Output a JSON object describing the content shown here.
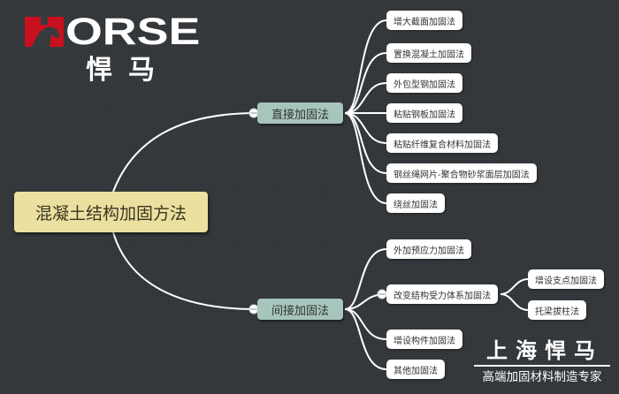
{
  "logo": {
    "wordmark": "ORSE",
    "wordmark_full": "HORSE",
    "cn_name": "悍马",
    "brand_red": "#c8101e"
  },
  "root": {
    "label": "混凝土结构加固方法",
    "color": "#ebe0a0"
  },
  "branches": [
    {
      "label": "直接加固法",
      "children": [
        {
          "label": "增大截面加固法"
        },
        {
          "label": "置换混凝土加固法"
        },
        {
          "label": "外包型钢加固法"
        },
        {
          "label": "粘贴钢板加固法"
        },
        {
          "label": "粘贴纤维复合材料加固法"
        },
        {
          "label": "钢丝绳网片-聚合物砂浆面层加固法"
        },
        {
          "label": "绕丝加固法"
        }
      ]
    },
    {
      "label": "间接加固法",
      "children": [
        {
          "label": "外加预应力加固法"
        },
        {
          "label": "改变结构受力体系加固法",
          "children": [
            {
              "label": "增设支点加固法"
            },
            {
              "label": "托梁拔柱法"
            }
          ]
        },
        {
          "label": "增设构件加固法"
        },
        {
          "label": "其他加固法"
        }
      ]
    }
  ],
  "brand_footer": {
    "title": "上海悍马",
    "tagline": "高端加固材料制造专家"
  },
  "colors": {
    "background": "#373b3e",
    "branch_fill": "#a6c5bc",
    "leaf_fill": "#ffffff",
    "connector": "#ffffff"
  }
}
